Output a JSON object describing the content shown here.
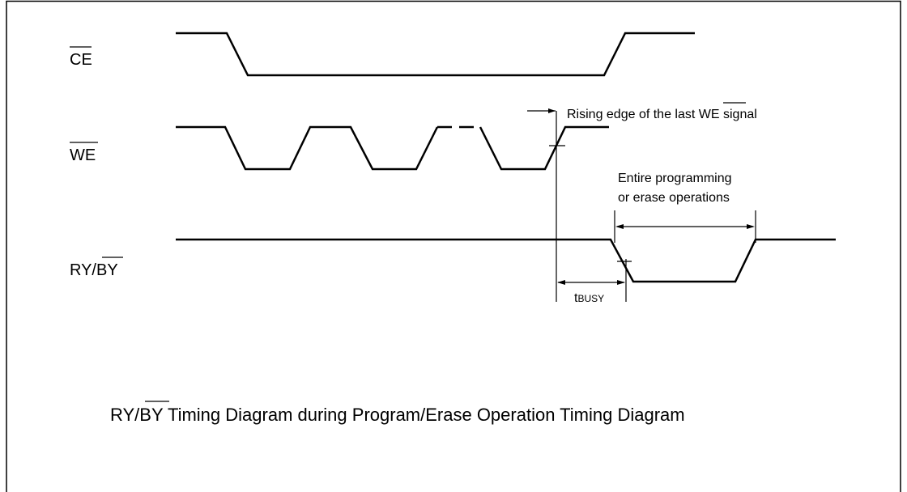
{
  "signals": {
    "ce_label": "CE",
    "we_label": "WE",
    "ry_label": "RY/",
    "by_label": "BY"
  },
  "annotations": {
    "rising_edge_prefix": "Rising edge of the last ",
    "rising_edge_we": "WE",
    "rising_edge_suffix": " signal",
    "operations_line1": "Entire programming",
    "operations_line2": "or erase operations",
    "tbusy_t": "t",
    "tbusy_sub": "BUSY"
  },
  "caption": {
    "ry": "RY/",
    "by": "BY",
    "rest": " Timing Diagram during Program/Erase Operation Timing Diagram"
  }
}
